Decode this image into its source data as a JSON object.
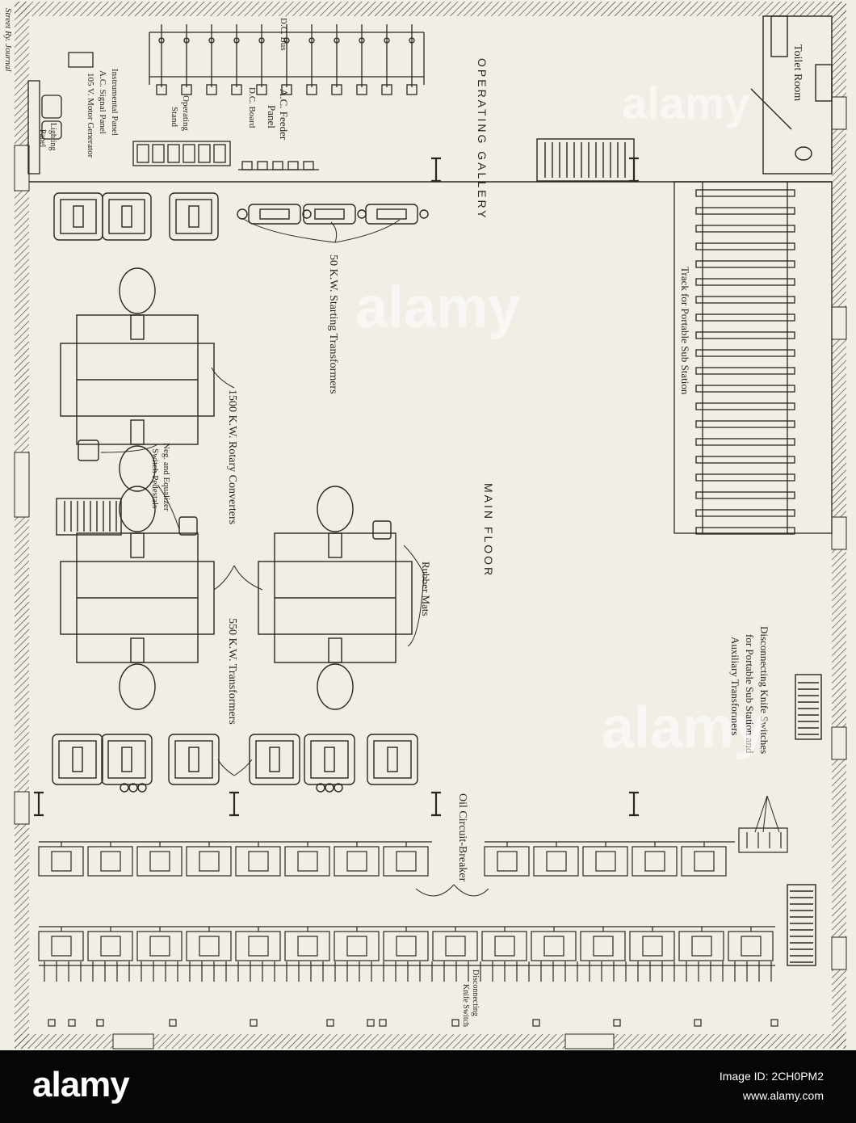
{
  "plan": {
    "labels": {
      "toilet_room": "Toilet Room",
      "operating_gallery": "OPERATING GALLERY",
      "dc_bus": "D.C. Bus",
      "ac_feeder_panel_1": "A.C. Feeder",
      "ac_feeder_panel_2": "Panel",
      "dc_board": "D.C. Board",
      "operating_stand_1": "Operating",
      "operating_stand_2": "Stand",
      "instrumental_panel": "Instrumental Panel",
      "ac_signal_panel": "A.C. Signal Panel",
      "motor_generator": "105 V. Motor Generator",
      "lighting_panel_1": "Lighting",
      "lighting_panel_2": "Panel",
      "starting_transformers": "50 K.W. Starting Transformers",
      "track_portable": "Track for Portable Sub Station",
      "main_floor": "MAIN FLOOR",
      "rotary_converters": "1500 K.W. Rotary Converters",
      "neg_equalizer_1": "Neg. and Equalizer",
      "neg_equalizer_2": "Switch Pedestals",
      "rubber_mats": "Rubber Mats",
      "transformers_550": "550 K.W. Transformers",
      "disconnecting_1": "Disconnecting Knife Switches",
      "disconnecting_2": "for Portable Sub Station and",
      "disconnecting_3": "Auxiliary Transformers",
      "oil_breaker": "Oil Circuit-Breaker",
      "disc_knife_1": "Disconnecting",
      "disc_knife_2": "Knife Switch",
      "source": "Street Ry. Journal"
    },
    "watermark": "alamy"
  },
  "footer": {
    "logo": "alamy",
    "image_id_label": "Image ID: 2CH0PM2",
    "site": "www.alamy.com"
  }
}
